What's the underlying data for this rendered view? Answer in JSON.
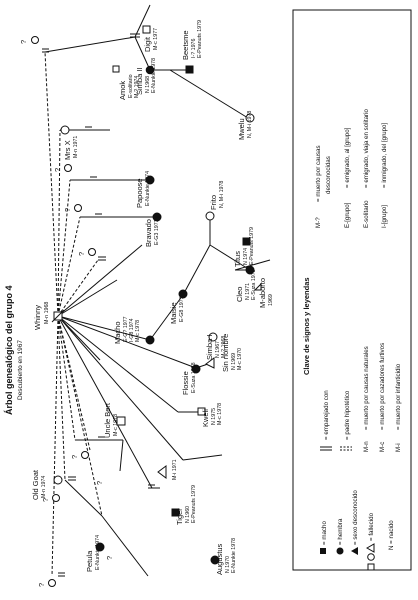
{
  "title": "Árbol genealógico del grupo 4",
  "subtitle": "Descubierto en 1967",
  "root": {
    "name": "Whinny",
    "date": "M-n 1968"
  },
  "individuals": [
    {
      "id": "digit",
      "name": "Digit",
      "info": [
        "M-c 1977"
      ]
    },
    {
      "id": "amok",
      "name": "Amok",
      "info": [
        "E-solitario",
        "M-? 1974"
      ]
    },
    {
      "id": "beetsme",
      "name": "Beetsme",
      "info": [
        "I-? 1976",
        "E-Peanuts 1979"
      ]
    },
    {
      "id": "simba2",
      "name": "Simba II",
      "info": [
        "N 1968",
        "E-Nunkie 1978"
      ]
    },
    {
      "id": "mwelu",
      "name": "Mwelu",
      "info": [
        "N, M-i 1978"
      ]
    },
    {
      "id": "mrsx",
      "name": "Mrs X",
      "info": [
        "M-n 1971"
      ]
    },
    {
      "id": "papoose",
      "name": "Papoose",
      "info": [
        "E-Nunkie 1974"
      ]
    },
    {
      "id": "bravado",
      "name": "Bravado",
      "info": [
        "E-G3 1971"
      ]
    },
    {
      "id": "frito",
      "name": "Frito",
      "info": [
        "N, M-i 1978"
      ]
    },
    {
      "id": "titus",
      "name": "Titus",
      "info": [
        "N 1974",
        "E-Peanuts 1979"
      ]
    },
    {
      "id": "maisie",
      "name": "Maisie",
      "info": [
        "E-G8 1971"
      ]
    },
    {
      "id": "maborto",
      "name": "M-aborto",
      "info": [
        "1969"
      ]
    },
    {
      "id": "cleo",
      "name": "Cleo",
      "info": [
        "N 1971",
        "E-Suza 1978"
      ]
    },
    {
      "id": "simba1",
      "name": "Simba I",
      "info": [
        "N 1967",
        "M-? 1968"
      ]
    },
    {
      "id": "flossie",
      "name": "Flossie",
      "info": [
        "E-Suza 1978"
      ]
    },
    {
      "id": "sinnombre",
      "name": "Sin nombre",
      "info": [
        "N 1969",
        "M-c 1970"
      ]
    },
    {
      "id": "macho",
      "name": "Macho",
      "info": [
        "E-G? 1977",
        "I-G8 1974",
        "M-c 1978"
      ]
    },
    {
      "id": "kweli",
      "name": "Kweli",
      "info": [
        "N 1975",
        "M-c 1978"
      ]
    },
    {
      "id": "unclebert",
      "name": "Uncle Bert",
      "info": [
        "M-c 1978"
      ]
    },
    {
      "id": "mi1971",
      "name": "",
      "info": [
        "M-i 1971"
      ]
    },
    {
      "id": "oldgoat",
      "name": "Old Goat",
      "info": [
        "M-n 1974"
      ]
    },
    {
      "id": "tiger",
      "name": "Tiger",
      "info": [
        "N 1960",
        "E-Peanuts 1979"
      ]
    },
    {
      "id": "petula",
      "name": "Petula",
      "info": [
        "E-Nunkie 1974"
      ]
    },
    {
      "id": "augustus",
      "name": "Augustus",
      "info": [
        "N 1970",
        "E-Nunkie 1978"
      ]
    }
  ],
  "unknown_mark": "?",
  "legend": {
    "title": "Clave de signos y leyendas",
    "symbols": [
      {
        "label": "= macho"
      },
      {
        "label": "= hembra"
      },
      {
        "label": "= sexo desconocido"
      },
      {
        "label": "= fallecido"
      },
      {
        "label": "N = nacido"
      }
    ],
    "line_keys": [
      {
        "label": "= emparejado con"
      },
      {
        "label": "= padre hipotético"
      }
    ],
    "codes_left": [
      {
        "code": "M-n",
        "text": "= muerto por causas naturales"
      },
      {
        "code": "M-c",
        "text": "= muerto por cazadores furtivos"
      },
      {
        "code": "M-i",
        "text": "= muerto por infanticidio"
      }
    ],
    "codes_right": [
      {
        "code": "M-?",
        "text": "= muerto por causas",
        "text2": "desconocidas"
      },
      {
        "code": "E-[grupo]",
        "text": "= emigrado, al [grupo]"
      },
      {
        "code": "E-solitario",
        "text": "= emigrado, viaja en solitario"
      },
      {
        "code": "I-[grupo]",
        "text": "= inmigrado, del [grupo]"
      }
    ]
  }
}
